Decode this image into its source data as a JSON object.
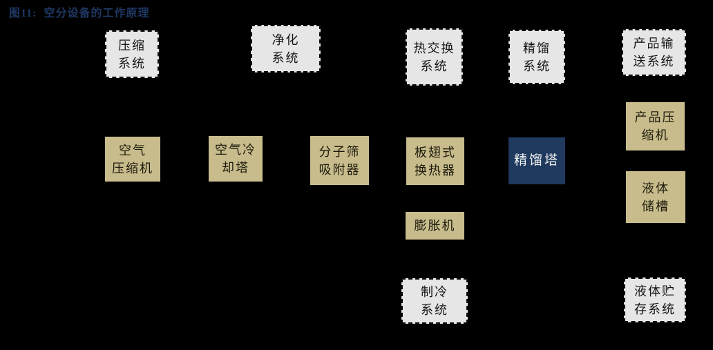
{
  "title": {
    "text": "图11:  空分设备的工作原理"
  },
  "palette": {
    "background": "#000000",
    "title_color": "#1f3864",
    "system_box_fill": "#e7e6e6",
    "system_box_border": "#0d0d0d",
    "equipment_box_fill": "#c8bc8c",
    "equipment_text_color": "#1d1a0b",
    "highlight_box_fill": "#1f3a5e",
    "highlight_text_color": "#f2f2f2"
  },
  "diagram": {
    "description": "Working principle flow of an air separation unit: system stages (dashed gray) with their equipment (tan), distillation column highlighted (navy)",
    "nodes": [
      {
        "id": "compression-system",
        "type": "system",
        "lines": [
          "压缩",
          "系统"
        ]
      },
      {
        "id": "purification-system",
        "type": "system",
        "lines": [
          "净化",
          "系统"
        ]
      },
      {
        "id": "heat-exchange-system",
        "type": "system",
        "lines": [
          "热交换",
          "系统"
        ]
      },
      {
        "id": "distillation-system",
        "type": "system",
        "lines": [
          "精馏",
          "系统"
        ]
      },
      {
        "id": "product-delivery-system",
        "type": "system",
        "lines": [
          "产品输",
          "送系统"
        ]
      },
      {
        "id": "air-compressor",
        "type": "equipment",
        "lines": [
          "空气",
          "压缩机"
        ]
      },
      {
        "id": "air-cooling-tower",
        "type": "equipment",
        "lines": [
          "空气冷",
          "却塔"
        ]
      },
      {
        "id": "molecular-sieve-adsorber",
        "type": "equipment",
        "lines": [
          "分子筛",
          "吸附器"
        ]
      },
      {
        "id": "plate-fin-heat-exchanger",
        "type": "equipment",
        "lines": [
          "板翅式",
          "换热器"
        ]
      },
      {
        "id": "distillation-column",
        "type": "highlight",
        "lines": [
          "精馏塔"
        ]
      },
      {
        "id": "product-compressor",
        "type": "equipment",
        "lines": [
          "产品压",
          "缩机"
        ]
      },
      {
        "id": "liquid-storage-tank",
        "type": "equipment",
        "lines": [
          "液体",
          "储槽"
        ]
      },
      {
        "id": "expander",
        "type": "equipment",
        "lines": [
          "膨胀机"
        ]
      },
      {
        "id": "refrigeration-system",
        "type": "system",
        "lines": [
          "制冷",
          "系统"
        ]
      },
      {
        "id": "liquid-storage-system",
        "type": "system",
        "lines": [
          "液体贮",
          "存系统"
        ]
      }
    ]
  }
}
